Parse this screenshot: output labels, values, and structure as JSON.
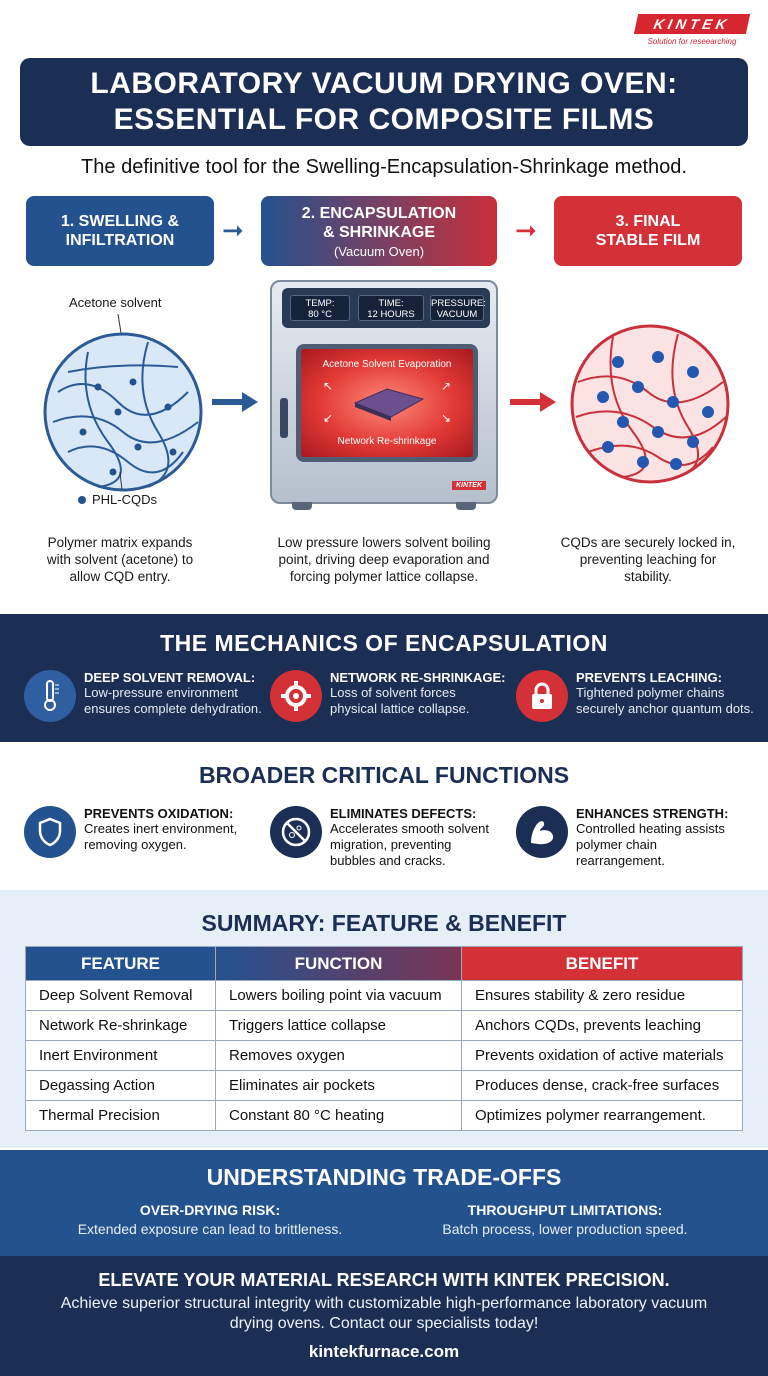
{
  "logo": {
    "brand": "KINTEK",
    "tagline": "Solution for reseearching"
  },
  "title": {
    "line1": "LABORATORY VACUUM DRYING OVEN:",
    "line2": "ESSENTIAL FOR COMPOSITE FILMS"
  },
  "subtitle": "The definitive tool for the Swelling-Encapsulation-Shrinkage method.",
  "steps": [
    {
      "line1": "1. SWELLING &",
      "line2": "INFILTRATION"
    },
    {
      "line1": "2. ENCAPSULATION",
      "line2": "& SHRINKAGE",
      "sub": "(Vacuum Oven)"
    },
    {
      "line1": "3. FINAL",
      "line2": "STABLE FILM"
    }
  ],
  "diagram": {
    "left_label_top": "Acetone solvent",
    "left_label_bottom": "PHL-CQDs",
    "left_caption": [
      "Polymer matrix expands",
      "with solvent (acetone) to",
      "allow CQD entry."
    ],
    "oven": {
      "temp_label": "TEMP:",
      "temp_value": "80 °C",
      "time_label": "TIME:",
      "time_value": "12 HOURS",
      "pressure_label": "PRESSURE:",
      "pressure_value": "VACUUM",
      "window_top": "Acetone Solvent Evaporation",
      "window_bottom": "Network Re-shrinkage",
      "brand": "KINTEK"
    },
    "center_caption": [
      "Low pressure lowers solvent boiling",
      "point, driving deep evaporation and",
      "forcing polymer lattice collapse."
    ],
    "right_caption": [
      "CQDs are securely locked in,",
      "preventing leaching for",
      "stability."
    ]
  },
  "mechanics": {
    "title": "THE MECHANICS OF ENCAPSULATION",
    "items": [
      {
        "icon": "thermometer-icon",
        "heading": "DEEP SOLVENT REMOVAL:",
        "line1": "Low-pressure environment",
        "line2": "ensures complete dehydration."
      },
      {
        "icon": "gear-icon",
        "heading": "NETWORK RE-SHRINKAGE:",
        "line1": "Loss of solvent forces",
        "line2": "physical lattice collapse."
      },
      {
        "icon": "padlock-icon",
        "heading": "PREVENTS LEACHING:",
        "line1": "Tightened polymer chains",
        "line2": "securely anchor quantum dots."
      }
    ]
  },
  "broader": {
    "title": "BROADER CRITICAL FUNCTIONS",
    "items": [
      {
        "icon": "shield-icon",
        "heading": "PREVENTS OXIDATION:",
        "lines": [
          "Creates inert environment,",
          "removing oxygen."
        ]
      },
      {
        "icon": "no-bubbles-icon",
        "heading": "ELIMINATES DEFECTS:",
        "lines": [
          "Accelerates smooth solvent",
          "migration, preventing",
          "bubbles and cracks."
        ]
      },
      {
        "icon": "bicep-icon",
        "heading": "ENHANCES STRENGTH:",
        "lines": [
          "Controlled heating assists",
          "polymer chain",
          "rearrangement."
        ]
      }
    ]
  },
  "summary": {
    "title": "SUMMARY: FEATURE & BENEFIT",
    "headers": [
      "FEATURE",
      "FUNCTION",
      "BENEFIT"
    ],
    "rows": [
      [
        "Deep Solvent Removal",
        "Lowers boiling point via vacuum",
        "Ensures stability & zero residue"
      ],
      [
        "Network Re-shrinkage",
        "Triggers lattice collapse",
        "Anchors CQDs, prevents leaching"
      ],
      [
        "Inert Environment",
        "Removes oxygen",
        "Prevents oxidation of active materials"
      ],
      [
        "Degassing Action",
        "Eliminates air pockets",
        "Produces dense, crack-free surfaces"
      ],
      [
        "Thermal Precision",
        "Constant 80 °C heating",
        "Optimizes polymer rearrangement."
      ]
    ]
  },
  "tradeoffs": {
    "title": "UNDERSTANDING TRADE-OFFS",
    "items": [
      {
        "heading": "OVER-DRYING RISK:",
        "text": "Extended exposure can lead to brittleness."
      },
      {
        "heading": "THROUGHPUT LIMITATIONS:",
        "text": "Batch process, lower production speed."
      }
    ]
  },
  "cta": {
    "heading": "ELEVATE YOUR MATERIAL RESEARCH WITH KINTEK PRECISION.",
    "line1": "Achieve superior structural integrity with customizable high-performance laboratory vacuum",
    "line2": "drying ovens. Contact our specialists today!",
    "url": "kintekfurnace.com"
  },
  "colors": {
    "navy": "#1b2f55",
    "blue": "#24528f",
    "red": "#d33038",
    "light": "#e6eef7"
  }
}
